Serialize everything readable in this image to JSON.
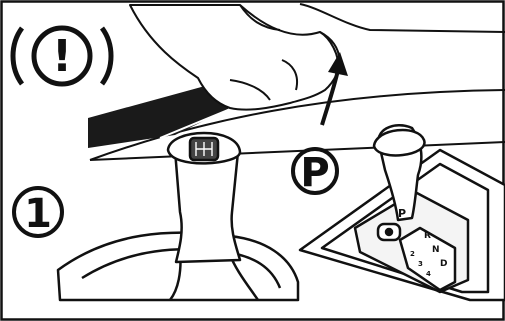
{
  "diagram": {
    "warning_symbol": "!",
    "step_number": "1",
    "park_label": "P",
    "gate_labels": {
      "park": "P",
      "reverse": "R",
      "neutral": "N",
      "drive": "D",
      "two": "2",
      "three": "3",
      "four": "4"
    }
  },
  "icons": {
    "warning": "parking-brake-warning-icon",
    "arrow": "lift-arrow-icon"
  },
  "colors": {
    "line": "#111111",
    "background": "#ffffff",
    "dark_fill": "#1a1a1a"
  }
}
